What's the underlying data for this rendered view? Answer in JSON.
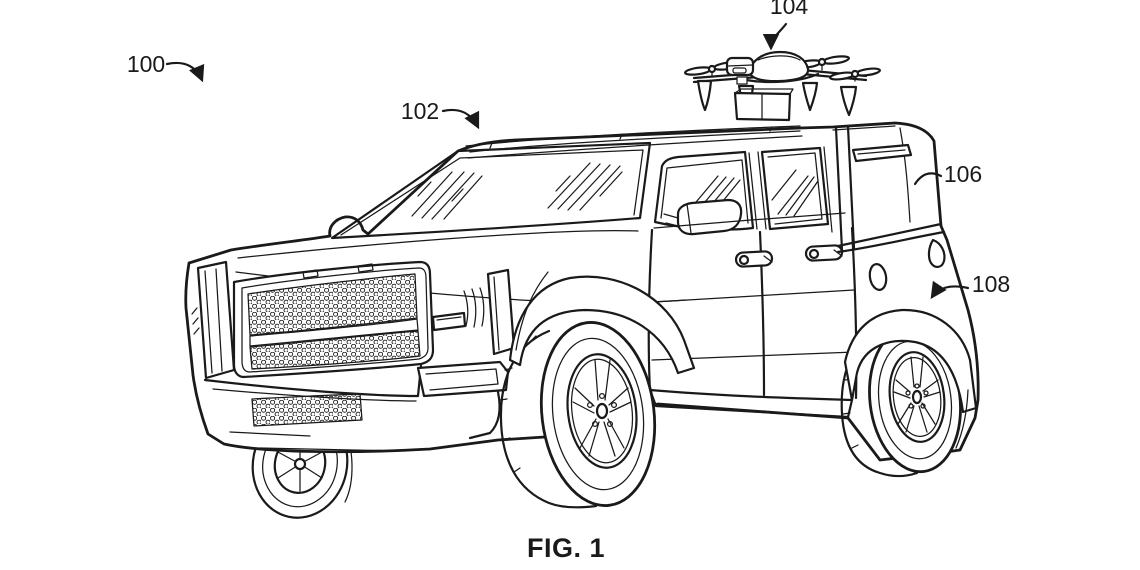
{
  "colors": {
    "ink": "#1a1a1a",
    "paper": "#ffffff"
  },
  "figure": {
    "caption": "FIG. 1",
    "labels": {
      "overall": "100",
      "vehicle": "102",
      "drone": "104",
      "shell": "106",
      "fender": "108"
    }
  }
}
